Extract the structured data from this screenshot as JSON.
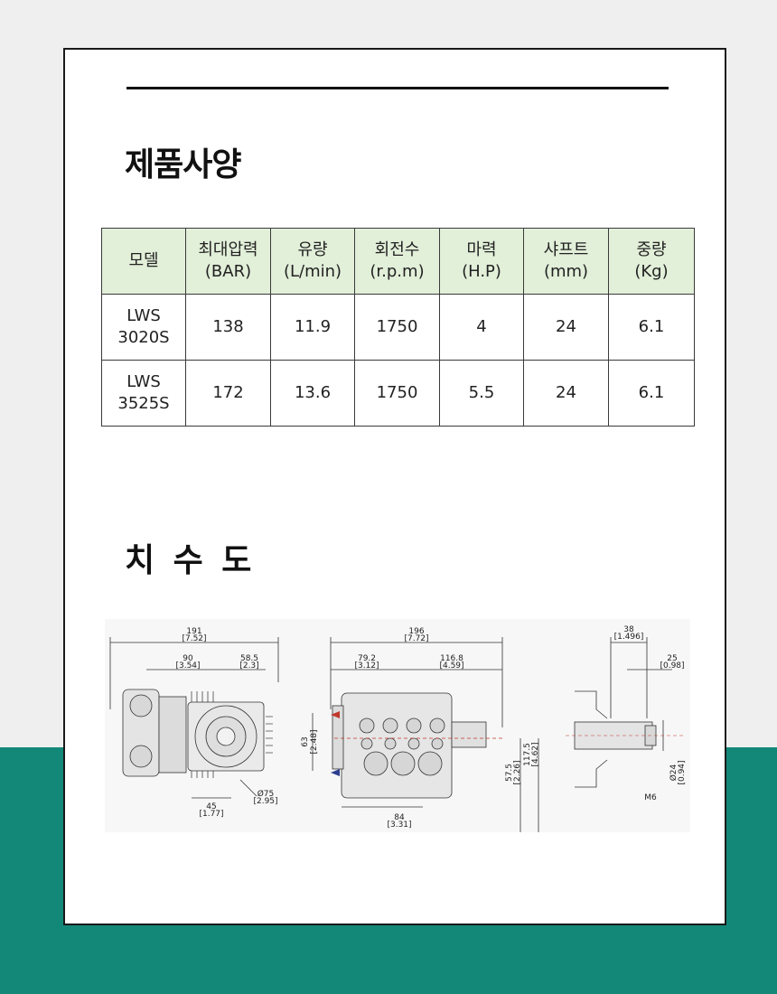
{
  "page": {
    "section_title": "제품사양",
    "drawing_title": "치 수 도"
  },
  "table": {
    "headers": [
      {
        "line1": "모델",
        "line2": ""
      },
      {
        "line1": "최대압력",
        "line2": "(BAR)"
      },
      {
        "line1": "유량",
        "line2": "(L/min)"
      },
      {
        "line1": "회전수",
        "line2": "(r.p.m)"
      },
      {
        "line1": "마력",
        "line2": "(H.P)"
      },
      {
        "line1": "샤프트",
        "line2": "(mm)"
      },
      {
        "line1": "중량",
        "line2": "(Kg)"
      }
    ],
    "rows": [
      {
        "model1": "LWS",
        "model2": "3020S",
        "pressure": "138",
        "flow": "11.9",
        "rpm": "1750",
        "hp": "4",
        "shaft": "24",
        "weight": "6.1"
      },
      {
        "model1": "LWS",
        "model2": "3525S",
        "pressure": "172",
        "flow": "13.6",
        "rpm": "1750",
        "hp": "5.5",
        "shaft": "24",
        "weight": "6.1"
      }
    ]
  },
  "drawing": {
    "front": {
      "width": "191",
      "width_in": "[7.52]",
      "d1": "90",
      "d1_in": "[3.54]",
      "d2": "58.5",
      "d2_in": "[2.3]",
      "d3": "45",
      "d3_in": "[1.77]",
      "d4": "Ø75",
      "d4_in": "[2.95]"
    },
    "side": {
      "width": "196",
      "width_in": "[7.72]",
      "d1": "79.2",
      "d1_in": "[3.12]",
      "d2": "116.8",
      "d2_in": "[4.59]",
      "d3": "63",
      "d3_in": "[2.48]",
      "d4": "57.5",
      "d4_in": "[2.26]",
      "d5": "117.5",
      "d5_in": "[4.62]",
      "d6": "84",
      "d6_in": "[3.31]"
    },
    "shaft": {
      "d1": "38",
      "d1_in": "[1.496]",
      "d2": "25",
      "d2_in": "[0.98]",
      "d3": "Ø24",
      "d3_in": "[0.94]",
      "thread": "M6"
    }
  },
  "colors": {
    "header_bg": "#e2efd9",
    "teal": "#138879",
    "page_bg": "#efefef"
  }
}
